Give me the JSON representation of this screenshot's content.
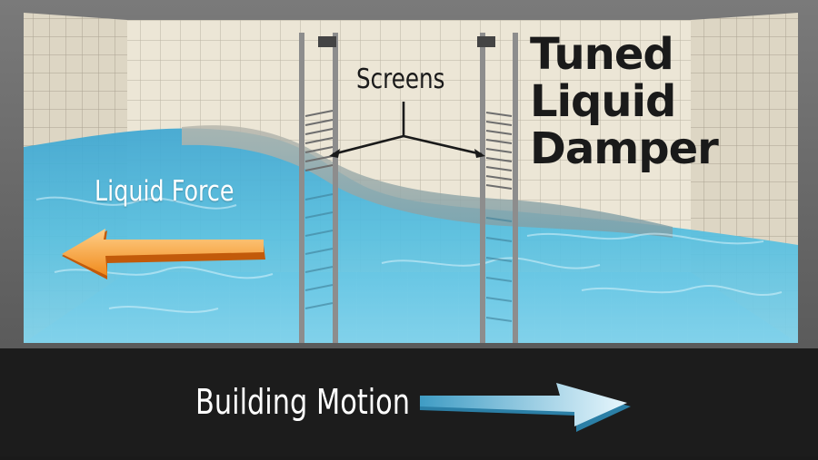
{
  "diagram": {
    "title_lines": [
      "Tuned",
      "Liquid",
      "Damper"
    ],
    "screens_label": "Screens",
    "liquid_force_label": "Liquid Force",
    "building_motion_label": "Building Motion"
  },
  "colors": {
    "water": "#4fb3d6",
    "water_deep": "#2a8fb8",
    "wall_tile": "#ece6d6",
    "concrete": "#6f6f6f",
    "base": "#1c1c1c",
    "force_arrow": "#f08a1c",
    "motion_arrow": "#8fd3ec"
  }
}
